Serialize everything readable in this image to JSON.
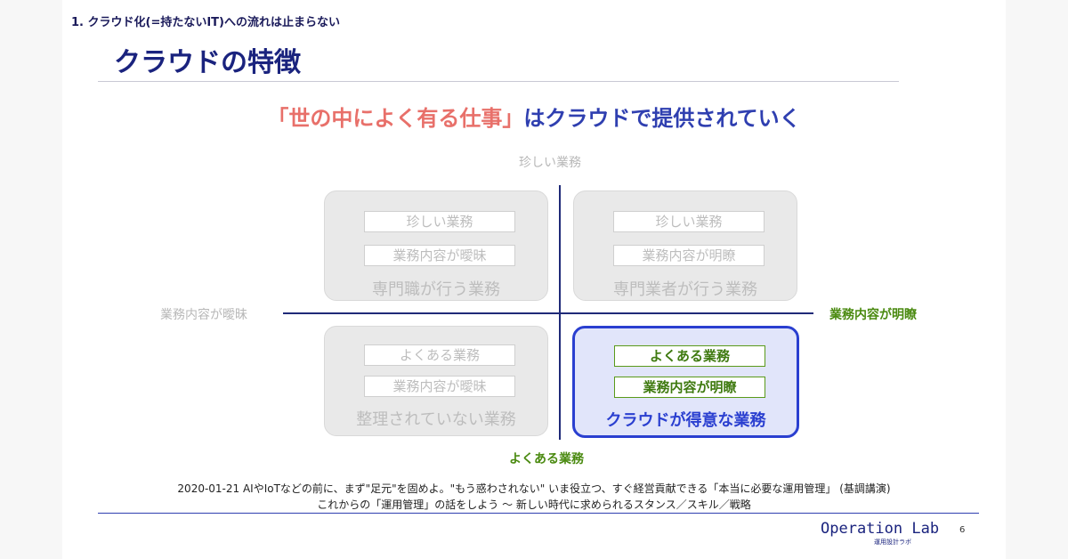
{
  "header": {
    "section": "1. クラウド化(=持たないIT)への流れは止まらない",
    "title": "クラウドの特徴"
  },
  "headline": {
    "part_red": "「世の中によく有る仕事」",
    "part_blue": "はクラウドで提供されていく"
  },
  "axes": {
    "top": "珍しい業務",
    "bottom": "よくある業務",
    "left": "業務内容が曖昧",
    "right": "業務内容が明瞭"
  },
  "quadrants": {
    "top_left": {
      "tags": [
        "珍しい業務",
        "業務内容が曖昧"
      ],
      "label": "専門職が行う業務"
    },
    "top_right": {
      "tags": [
        "珍しい業務",
        "業務内容が明瞭"
      ],
      "label": "専門業者が行う業務"
    },
    "bottom_left": {
      "tags": [
        "よくある業務",
        "業務内容が曖昧"
      ],
      "label": "整理されていない業務"
    },
    "bottom_right": {
      "tags": [
        "よくある業務",
        "業務内容が明瞭"
      ],
      "label": "クラウドが得意な業務"
    }
  },
  "footer": {
    "source_line1": "2020-01-21 AIやIoTなどの前に、まず\"足元\"を固めよ。\"もう惑わされない\" いま役立つ、すぐ経営貢献できる「本当に必要な運用管理」 (基調講演)",
    "source_line2": "これからの「運用管理」の話をしよう ～ 新しい時代に求められるスタンス／スキル／戦略",
    "brand": "Operation Lab",
    "brand_sub": "運用設計ラボ",
    "page_number": "6"
  },
  "colors": {
    "title_navy": "#1a237e",
    "headline_red": "#e8706a",
    "headline_blue": "#2f3fb0",
    "accent_green": "#4a8a10",
    "highlight_blue": "#2a3fd0",
    "inactive_gray": "#bdbdbd"
  }
}
